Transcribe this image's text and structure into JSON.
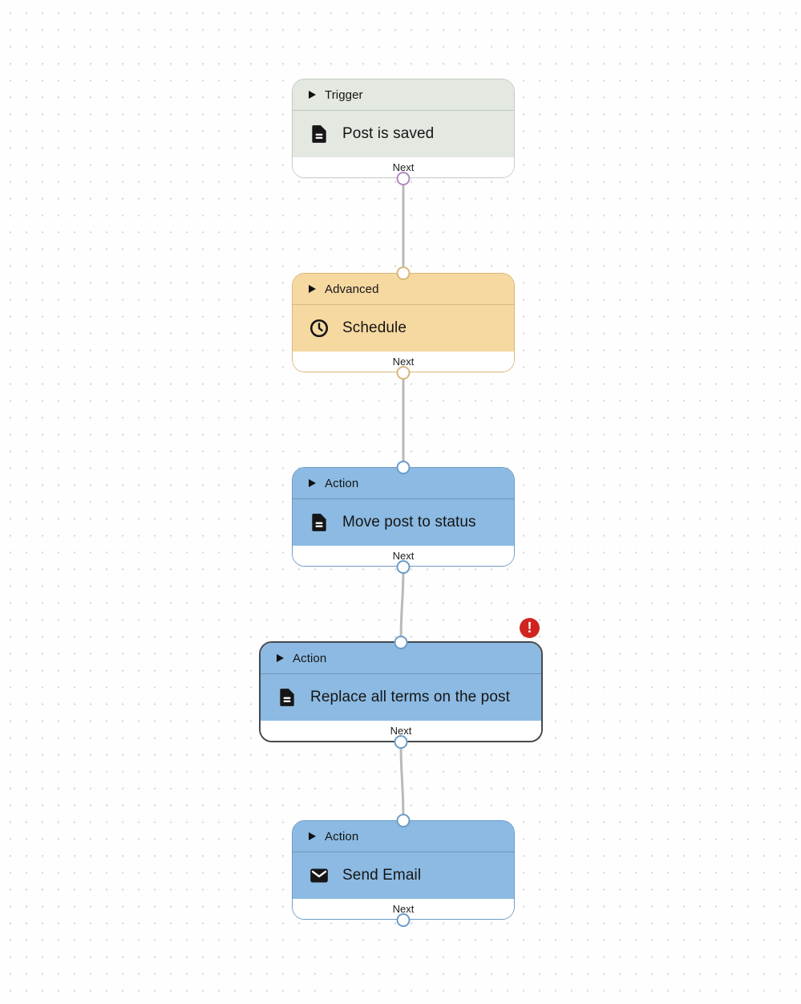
{
  "canvas": {
    "background_color": "#fefefe",
    "dot_grid_color": "#d4d4d4",
    "edge_color": "#b9b9b9"
  },
  "nodes": [
    {
      "category": "Trigger",
      "title": "Post is saved",
      "icon": "document-icon",
      "footer_label": "Next",
      "type": "trigger",
      "colors": {
        "fill": "#e3e8e1",
        "border": "#c3ccc0",
        "output_handle": "#b18bbf"
      }
    },
    {
      "category": "Advanced",
      "title": "Schedule",
      "icon": "clock-icon",
      "footer_label": "Next",
      "type": "advanced",
      "colors": {
        "fill": "#f6d8a1",
        "border": "#d9b77b",
        "output_handle": "#d9b77b"
      }
    },
    {
      "category": "Action",
      "title": "Move post to status",
      "icon": "document-icon",
      "footer_label": "Next",
      "type": "action",
      "colors": {
        "fill": "#8cbae2",
        "border": "#6b9cc9",
        "output_handle": "#6b9cc9"
      }
    },
    {
      "category": "Action",
      "title": "Replace all terms on the post",
      "icon": "document-icon",
      "footer_label": "Next",
      "type": "action",
      "selected": true,
      "has_error_badge": true,
      "colors": {
        "fill": "#8cbae2",
        "border": "#46494e",
        "output_handle": "#6b9cc9"
      }
    },
    {
      "category": "Action",
      "title": "Send Email",
      "icon": "envelope-icon",
      "footer_label": "Next",
      "type": "action",
      "colors": {
        "fill": "#8cbae2",
        "border": "#6b9cc9",
        "output_handle": "#6b9cc9"
      }
    }
  ],
  "edges": [
    {
      "from": "Post is saved",
      "to": "Schedule"
    },
    {
      "from": "Schedule",
      "to": "Move post to status"
    },
    {
      "from": "Move post to status",
      "to": "Replace all terms on the post"
    },
    {
      "from": "Replace all terms on the post",
      "to": "Send Email"
    }
  ],
  "error_badge": {
    "glyph": "!",
    "color": "#d12420"
  }
}
